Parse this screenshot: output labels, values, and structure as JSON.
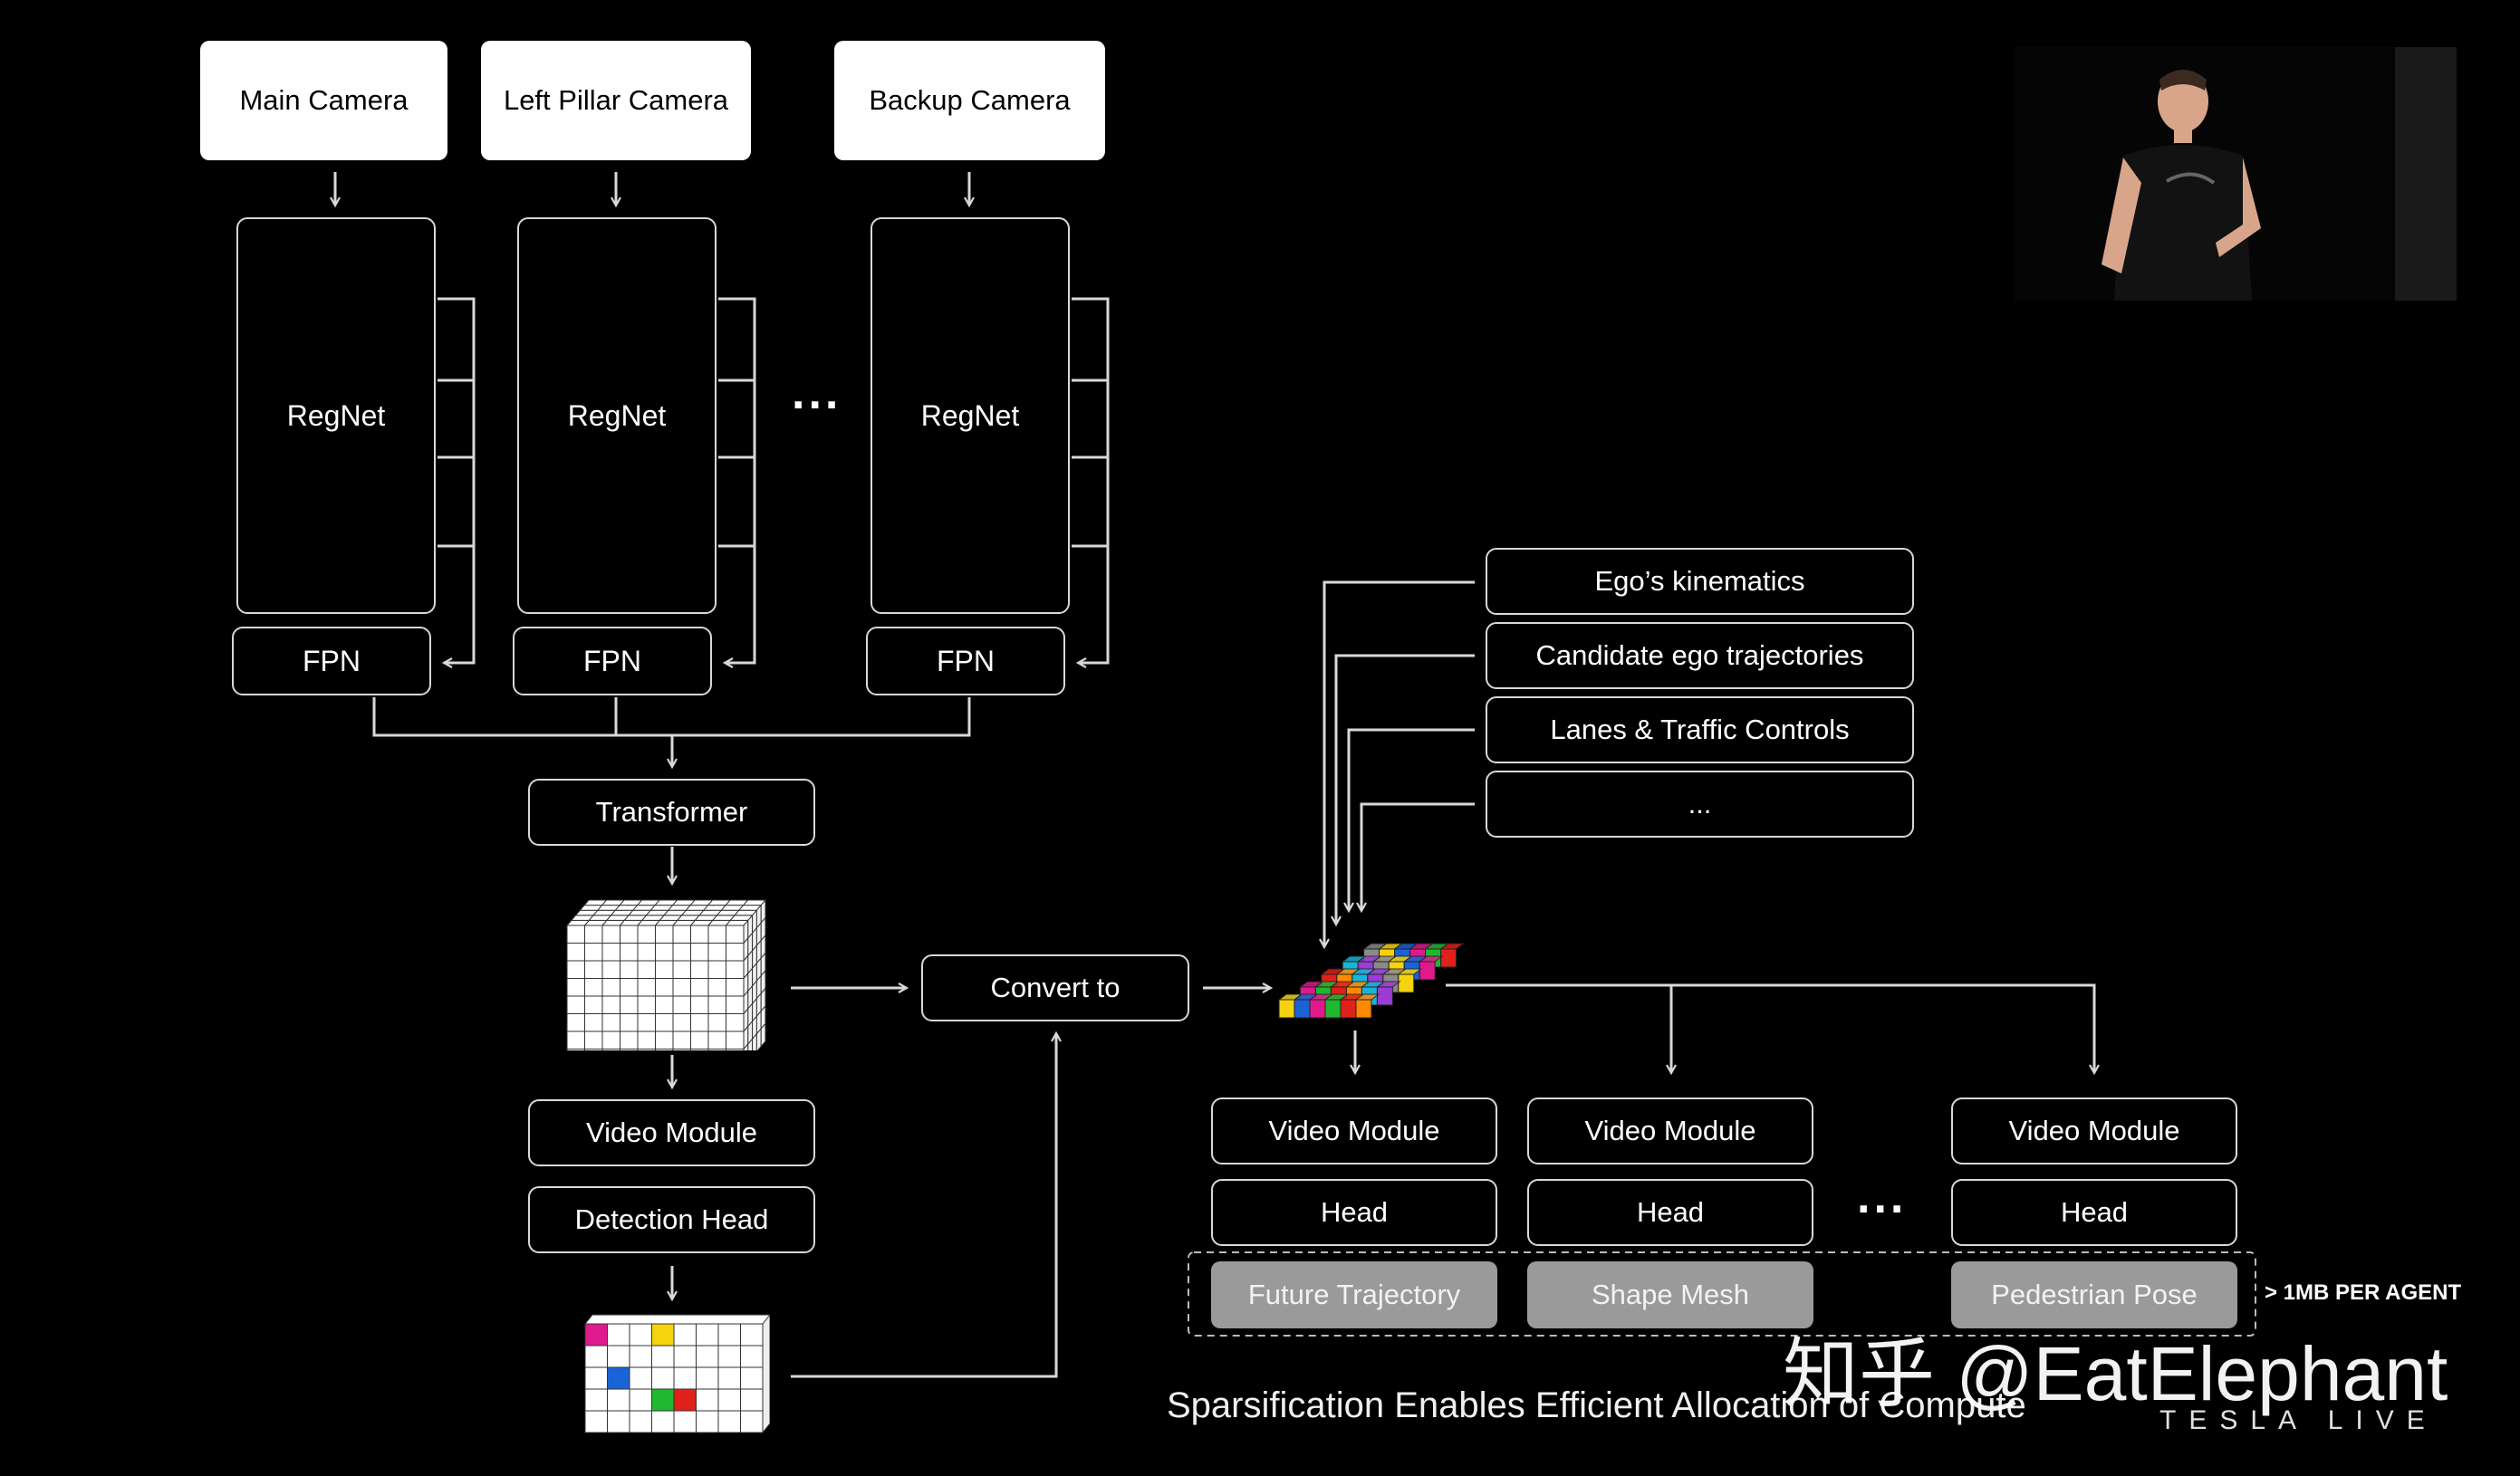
{
  "cameras": [
    "Main Camera",
    "Left Pillar Camera",
    "Backup Camera"
  ],
  "backbone": {
    "regnet": "RegNet",
    "fpn": "FPN",
    "ellipsis": "..."
  },
  "transformer": "Transformer",
  "video_module": "Video Module",
  "detection_head": "Detection Head",
  "convert": "Convert to",
  "inputs": [
    "Ego’s kinematics",
    "Candidate ego trajectories",
    "Lanes & Traffic Controls",
    "..."
  ],
  "heads": [
    {
      "module": "Video Module",
      "head": "Head",
      "output": "Future Trajectory"
    },
    {
      "module": "Video Module",
      "head": "Head",
      "output": "Shape Mesh"
    },
    {
      "module": "Video Module",
      "head": "Head",
      "output": "Pedestrian Pose"
    }
  ],
  "heads_ellipsis": "...",
  "per_agent_note": "> 1MB PER AGENT",
  "caption": "Sparsification Enables Efficient Allocation of Compute",
  "watermark": "知乎 @EatElephant",
  "logo": "TESLA LIVE",
  "colors": {
    "background": "#000000",
    "line": "#d8d8d8",
    "output_box": "#9a9a9a"
  }
}
